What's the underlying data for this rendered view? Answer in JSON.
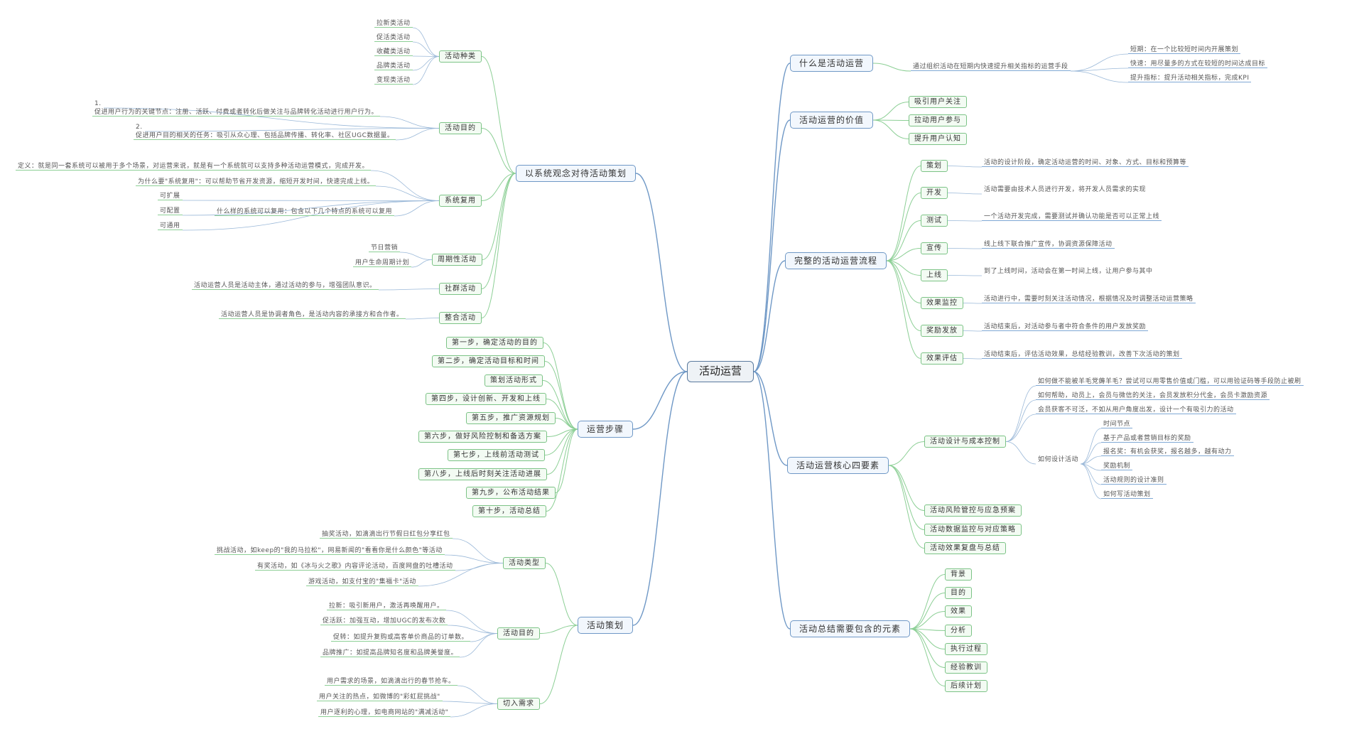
{
  "root": {
    "label": "活动运营"
  },
  "left": [
    {
      "label": "以系统观念对待活动策划",
      "children": [
        {
          "label": "活动种类",
          "leaves": [
            "拉新类活动",
            "促活类活动",
            "收藏类活动",
            "品牌类活动",
            "变现类活动"
          ]
        },
        {
          "label": "活动目的",
          "leaves": [
            "1.",
            "促进用户行为的关键节点：注册、活跃、付费或者转化后做关注与品牌转化活动进行用户行为。",
            "2.",
            "促进用户目的相关的任务：吸引从众心理、包括品牌传播、转化率、社区UGC数据量。"
          ]
        },
        {
          "label": "系统复用",
          "leaves": [
            "定义：就是同一套系统可以被用于多个场景，对运营来说，就是有一个系统就可以支持多种活动运营模式，完成开发。",
            "为什么要\"系统复用\"：可以帮助节省开发资源，缩短开发时间，快速完成上线。",
            "可扩展",
            "可配置",
            "可通用",
            "什么样的系统可以复用：包含以下几个特点的系统可以复用"
          ]
        },
        {
          "label": "周期性活动",
          "leaves": [
            "节日营销",
            "用户生命周期计划"
          ]
        },
        {
          "label": "社群活动",
          "leaves": [
            "活动运营人员是活动主体，通过活动的参与，增强团队意识。"
          ]
        },
        {
          "label": "整合活动",
          "leaves": [
            "活动运营人员是协调者角色，是活动内容的承接方和合作者。"
          ]
        }
      ]
    },
    {
      "label": "运营步骤",
      "children": [
        {
          "label": "第一步，确定活动的目的"
        },
        {
          "label": "第二步，确定活动目标和时间"
        },
        {
          "label": "策划活动形式"
        },
        {
          "label": "第四步，设计创新、开发和上线"
        },
        {
          "label": "第五步，推广资源规划"
        },
        {
          "label": "第六步，做好风险控制和备选方案"
        },
        {
          "label": "第七步，上线前活动测试"
        },
        {
          "label": "第八步，上线后时刻关注活动进展"
        },
        {
          "label": "第九步，公布活动结果"
        },
        {
          "label": "第十步，活动总结"
        }
      ]
    },
    {
      "label": "活动策划",
      "children": [
        {
          "label": "活动类型",
          "leaves": [
            "抽奖活动，如滴滴出行节假日红包分享红包",
            "挑战活动，如keep的\"我的马拉松\"，网易新闻的\"看看你是什么颜色\"等活动",
            "有奖活动，如《冰与火之歌》内容评论活动，百度网盘的吐槽活动",
            "游戏活动，如支付宝的\"集福卡\"活动"
          ]
        },
        {
          "label": "活动目的",
          "leaves": [
            "拉新：吸引新用户，激活再唤醒用户。",
            "促活跃：加强互动，增加UGC的发布次数",
            "促转：如提升复购或高客单价商品的订单数。",
            "品牌推广：如提高品牌知名度和品牌美誉度。"
          ]
        },
        {
          "label": "切入需求",
          "leaves": [
            "用户需求的场景，如滴滴出行的春节抢车。",
            "用户关注的热点，如微博的\"彩虹屁挑战\"",
            "用户逐利的心理，如电商网站的\"满减活动\""
          ]
        }
      ]
    }
  ],
  "right": [
    {
      "label": "什么是活动运营",
      "children": [
        {
          "label": "通过组织活动在短期内快速提升相关指标的运营手段",
          "leaves": [
            "短期：在一个比较短时间内开展策划",
            "快速：用尽量多的方式在较短的时间达成目标",
            "提升指标：提升活动相关指标，完成KPI"
          ]
        }
      ]
    },
    {
      "label": "活动运营的价值",
      "children": [
        {
          "label": "吸引用户关注"
        },
        {
          "label": "拉动用户参与"
        },
        {
          "label": "提升用户认知"
        }
      ]
    },
    {
      "label": "完整的活动运营流程",
      "children": [
        {
          "label": "策划",
          "leaves": [
            "活动的设计阶段，确定活动运营的时间、对象、方式、目标和预算等"
          ]
        },
        {
          "label": "开发",
          "leaves": [
            "活动需要由技术人员进行开发，将开发人员需求的实现"
          ]
        },
        {
          "label": "测试",
          "leaves": [
            "一个活动开发完成，需要测试并确认功能是否可以正常上线"
          ]
        },
        {
          "label": "宣传",
          "leaves": [
            "线上线下联合推广宣传，协调资源保障活动"
          ]
        },
        {
          "label": "上线",
          "leaves": [
            "到了上线时间，活动会在第一时间上线，让用户参与其中"
          ]
        },
        {
          "label": "效果监控",
          "leaves": [
            "活动进行中，需要时刻关注活动情况，根据情况及时调整活动运营策略"
          ]
        },
        {
          "label": "奖励发放",
          "leaves": [
            "活动结束后，对活动参与者中符合条件的用户发放奖励"
          ]
        },
        {
          "label": "效果评估",
          "leaves": [
            "活动结束后，评估活动效果，总结经验教训，改善下次活动的策划"
          ]
        }
      ]
    },
    {
      "label": "活动运营核心四要素",
      "children": [
        {
          "label": "活动设计与成本控制",
          "leaves": [
            "如何做不能被羊毛党薅羊毛？尝试可以用零售价值或门槛，可以用验证码等手段防止被刷",
            "如何帮助，动员上，会员与微信的关注，会员发放积分代金，会员卡激励资源",
            "会员获客不可泛，不如从用户角度出发，设计一个有吸引力的活动",
            "如何设计活动"
          ],
          "sub": [
            "时间节点",
            "基于产品或者营销目标的奖励",
            "报名奖：有机会获奖，报名越多，越有动力",
            "奖励机制",
            "活动规则的设计准则",
            "如何写活动策划"
          ]
        },
        {
          "label": "活动风险管控与应急预案"
        },
        {
          "label": "活动数据监控与对应策略"
        },
        {
          "label": "活动效果复盘与总结"
        }
      ]
    },
    {
      "label": "活动总结需要包含的元素",
      "children": [
        {
          "label": "背景"
        },
        {
          "label": "目的"
        },
        {
          "label": "效果"
        },
        {
          "label": "分析"
        },
        {
          "label": "执行过程"
        },
        {
          "label": "经验教训"
        },
        {
          "label": "后续计划"
        }
      ]
    }
  ]
}
